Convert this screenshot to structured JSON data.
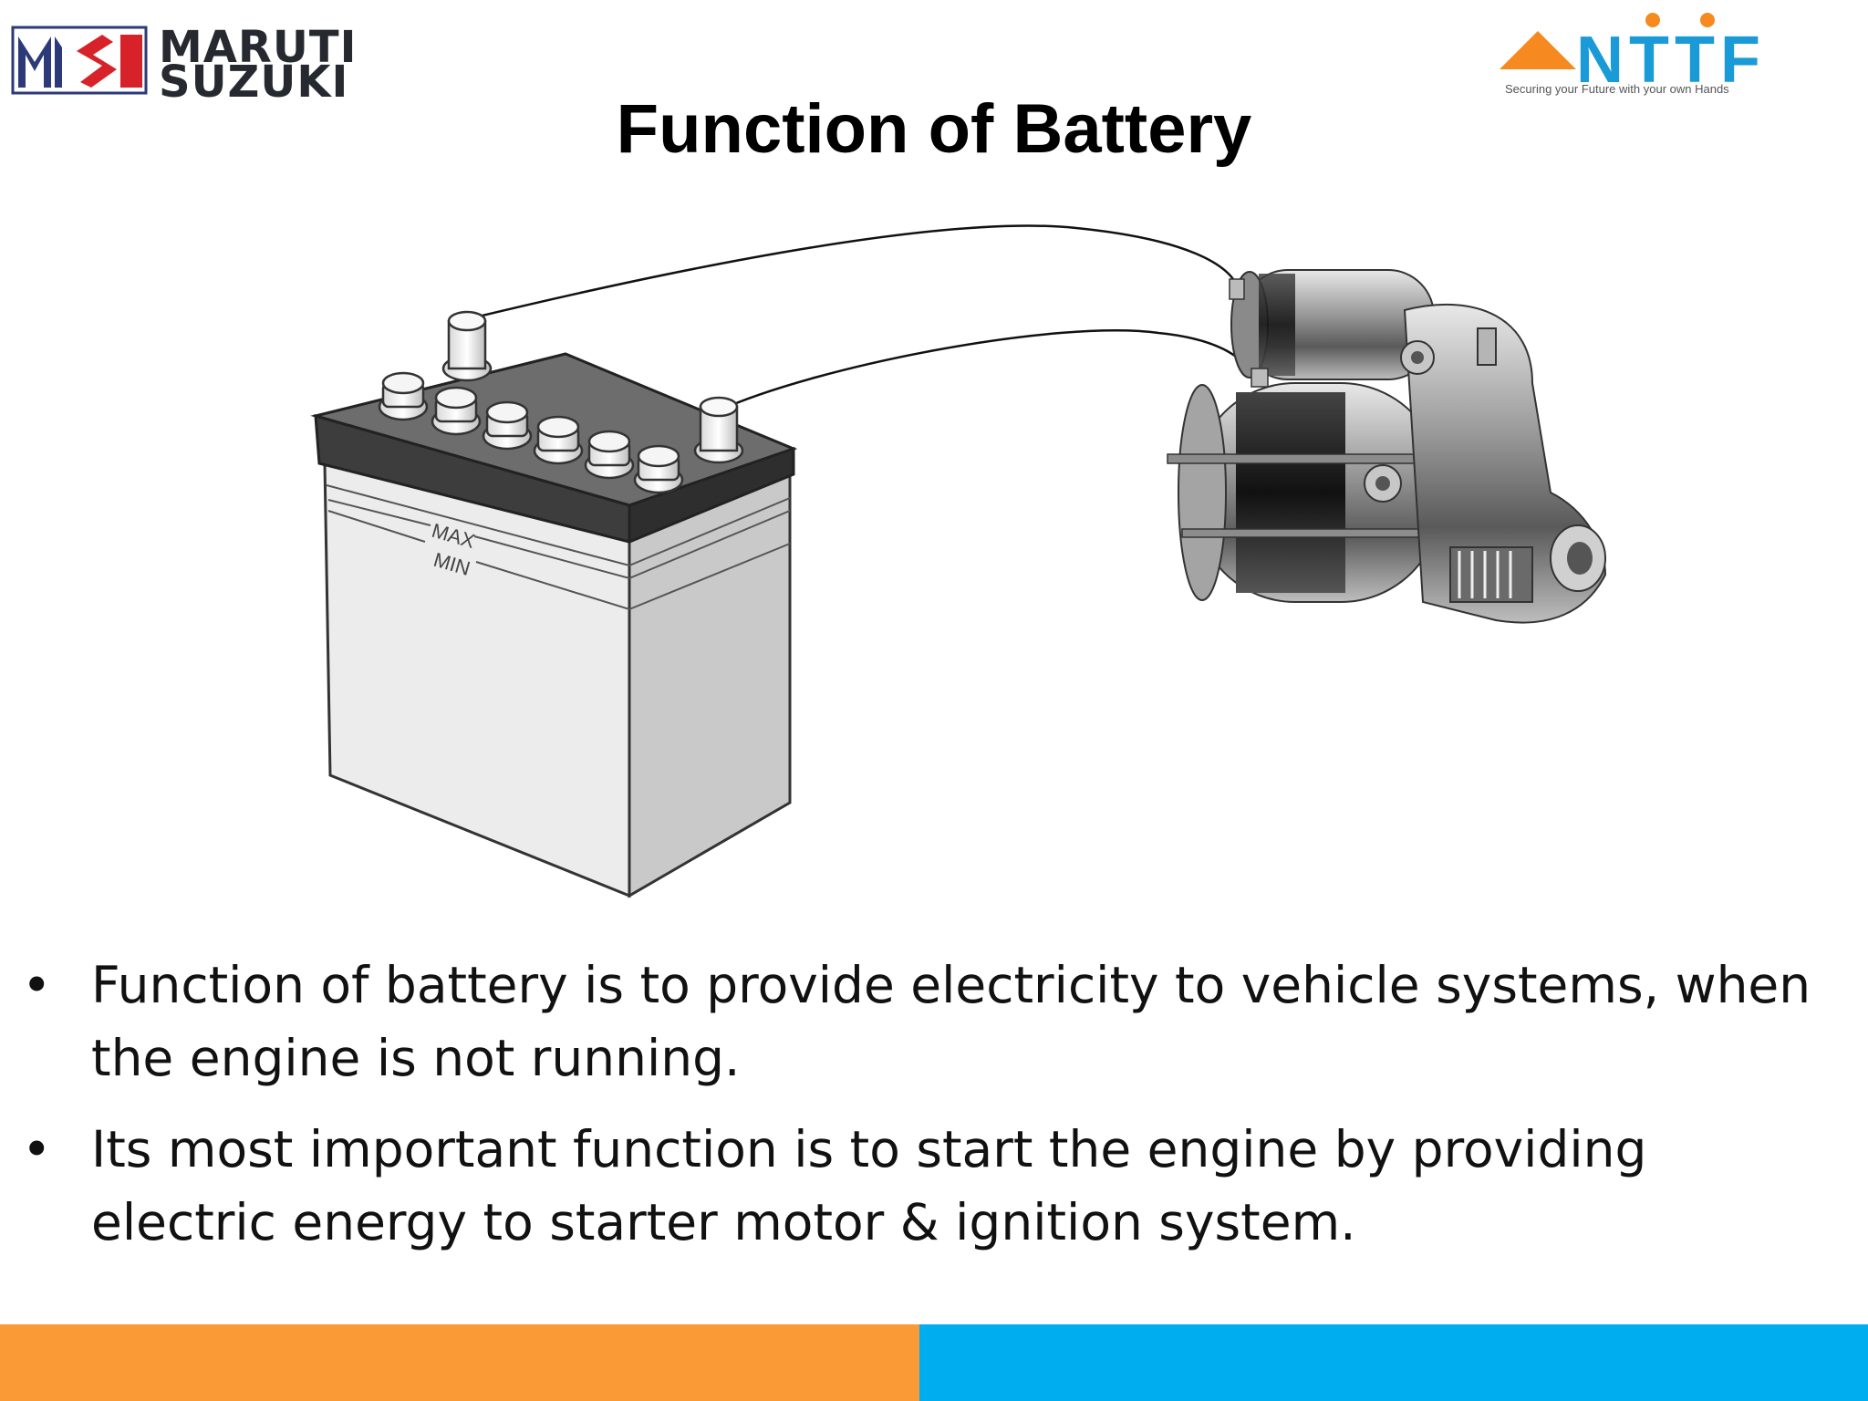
{
  "header": {
    "left_logo": {
      "line1": "MARUTI",
      "line2": "SUZUKI"
    },
    "right_logo": {
      "wordmark": "NTTF",
      "tagline": "Securing your Future with your own Hands"
    }
  },
  "slide": {
    "title": "Function of Battery",
    "battery_labels": {
      "max": "MAX",
      "min": "MIN"
    },
    "bullets": [
      "Function of battery is to provide electricity to vehicle systems, when the engine is not running.",
      "Its most important function is to start the engine by providing electric energy to starter motor & ignition system."
    ]
  },
  "colors": {
    "footer_left": "#f99a36",
    "footer_right": "#00aeef",
    "ntt_blue": "#1a9ad7",
    "ntt_orange": "#f6891f"
  },
  "icons": [
    "maruti-suzuki-emblem",
    "nttf-triangle-logo",
    "car-battery",
    "starter-motor"
  ]
}
